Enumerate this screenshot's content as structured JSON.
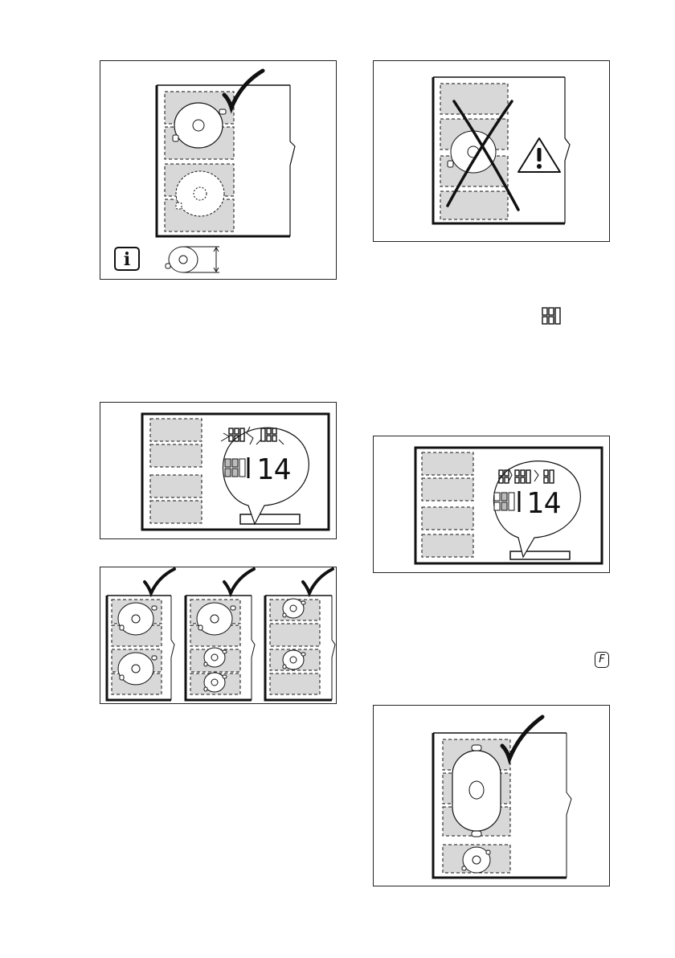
{
  "displays": {
    "pot_detection": {
      "digits": "14"
    },
    "bridge_mode": {
      "digits": "14"
    }
  },
  "indicators": {
    "flex_symbol": "F"
  },
  "icons": {
    "info": "info-icon",
    "warning": "warning-triangle-icon",
    "check": "check-mark-icon",
    "cross": "cross-icon",
    "power_level_symbol": "power-level-segment-icon",
    "flex_icon": "flex-zone-icon"
  }
}
